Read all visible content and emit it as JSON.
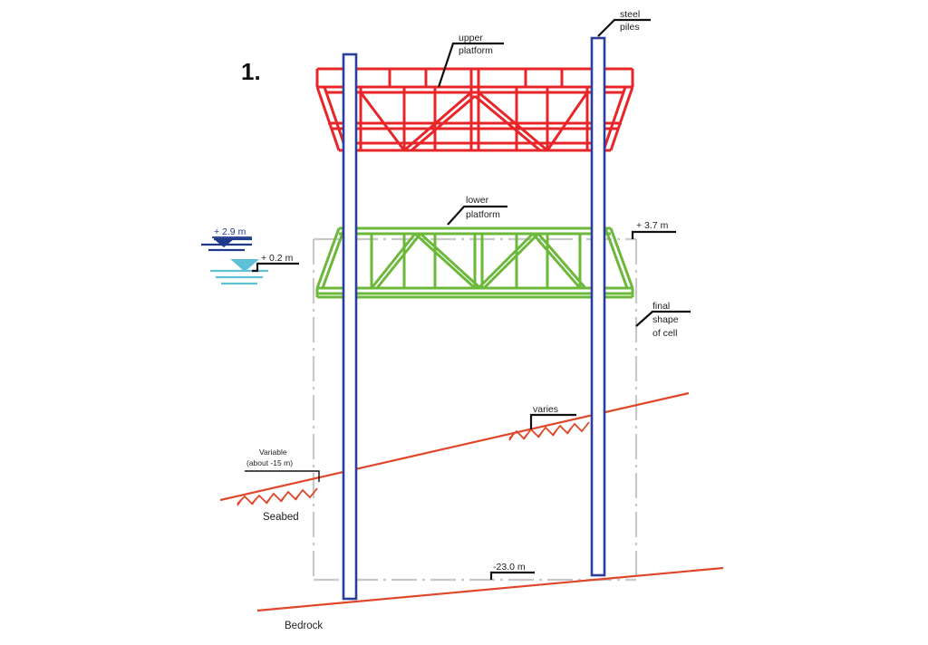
{
  "figure_number": "1.",
  "labels": {
    "upper_platform_line1": "upper",
    "upper_platform_line2": "platform",
    "steel_piles_line1": "steel",
    "steel_piles_line2": "piles",
    "lower_platform_line1": "lower",
    "lower_platform_line2": "platform",
    "top_elevation": "+ 3.7 m",
    "final_shape_line1": "final",
    "final_shape_line2": "shape",
    "final_shape_line3": "of cell",
    "high_water": "+ 2.9 m",
    "low_water": "+ 0.2 m",
    "varies": "varies",
    "variable_line1": "Variable",
    "variable_line2": "(about -15 m)",
    "seabed": "Seabed",
    "bedrock_elevation": "-23.0 m",
    "bedrock": "Bedrock"
  },
  "colors": {
    "upper_platform": "#e8262a",
    "lower_platform": "#6cb83a",
    "steel_piles": "#2b3f9a",
    "ground_lines": "#e0472a",
    "cell_outline": "#c8c8c8",
    "water_dark": "#1f3a8a",
    "water_light": "#5fc1d6"
  },
  "icons": {
    "water_level_marker": "water-level-icon",
    "soil_hatch": "soil-hatch-icon"
  }
}
